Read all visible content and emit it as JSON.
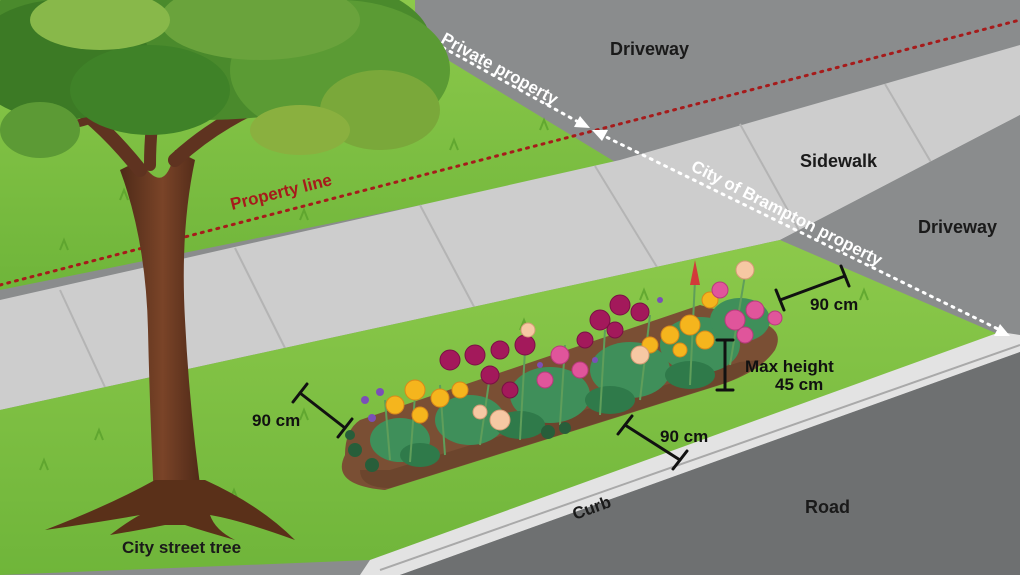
{
  "labels": {
    "driveway_top": "Driveway",
    "driveway_right": "Driveway",
    "sidewalk": "Sidewalk",
    "road": "Road",
    "curb": "Curb",
    "private_property": "Private property",
    "city_property": "City of Brampton property",
    "property_line": "Property line",
    "street_tree": "City street tree",
    "setback_left": "90 cm",
    "setback_curb": "90 cm",
    "setback_right": "90 cm",
    "max_height_title": "Max height",
    "max_height_value": "45 cm"
  },
  "colors": {
    "asphalt": "#8d8f90",
    "sidewalk": "#cfcfcf",
    "grass": "#7fc242",
    "property_line": "#a61b1b",
    "garden_bed": "#7a4f34",
    "tree_trunk": "#6b3a22"
  }
}
